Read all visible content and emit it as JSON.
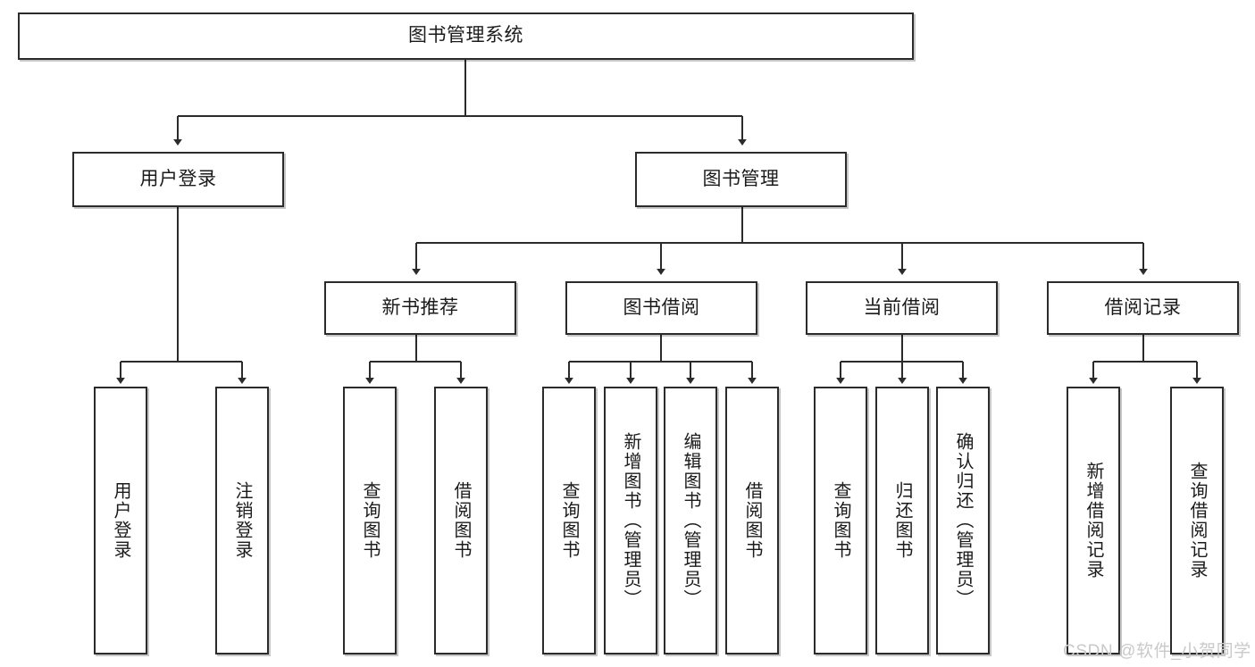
{
  "diagram": {
    "title": "图书管理系统",
    "type": "tree-hierarchy-diagram",
    "colors": {
      "box_border": "#2b2b2b",
      "box_fill": "#ffffff",
      "connector": "#2b2b2b",
      "text": "#1b1b1b",
      "watermark": "#c9c9c9",
      "background": "#ffffff"
    },
    "root": {
      "label": "图书管理系统"
    },
    "level2": [
      {
        "label": "用户登录"
      },
      {
        "label": "图书管理"
      }
    ],
    "level3": [
      {
        "label": "新书推荐"
      },
      {
        "label": "图书借阅"
      },
      {
        "label": "当前借阅"
      },
      {
        "label": "借阅记录"
      }
    ],
    "leaves": {
      "user_login": [
        {
          "label": "用户登录"
        },
        {
          "label": "注销登录"
        }
      ],
      "new_book_recommend": [
        {
          "label": "查询图书"
        },
        {
          "label": "借阅图书"
        }
      ],
      "book_borrow": [
        {
          "label": "查询图书"
        },
        {
          "label": "新增图书（管理员）"
        },
        {
          "label": "编辑图书（管理员）"
        },
        {
          "label": "借阅图书"
        }
      ],
      "current_borrow": [
        {
          "label": "查询图书"
        },
        {
          "label": "归还图书"
        },
        {
          "label": "确认归还（管理员）"
        }
      ],
      "borrow_record": [
        {
          "label": "新增借阅记录"
        },
        {
          "label": "查询借阅记录"
        }
      ]
    },
    "watermark": "CSDN @软件_小贺同学"
  }
}
